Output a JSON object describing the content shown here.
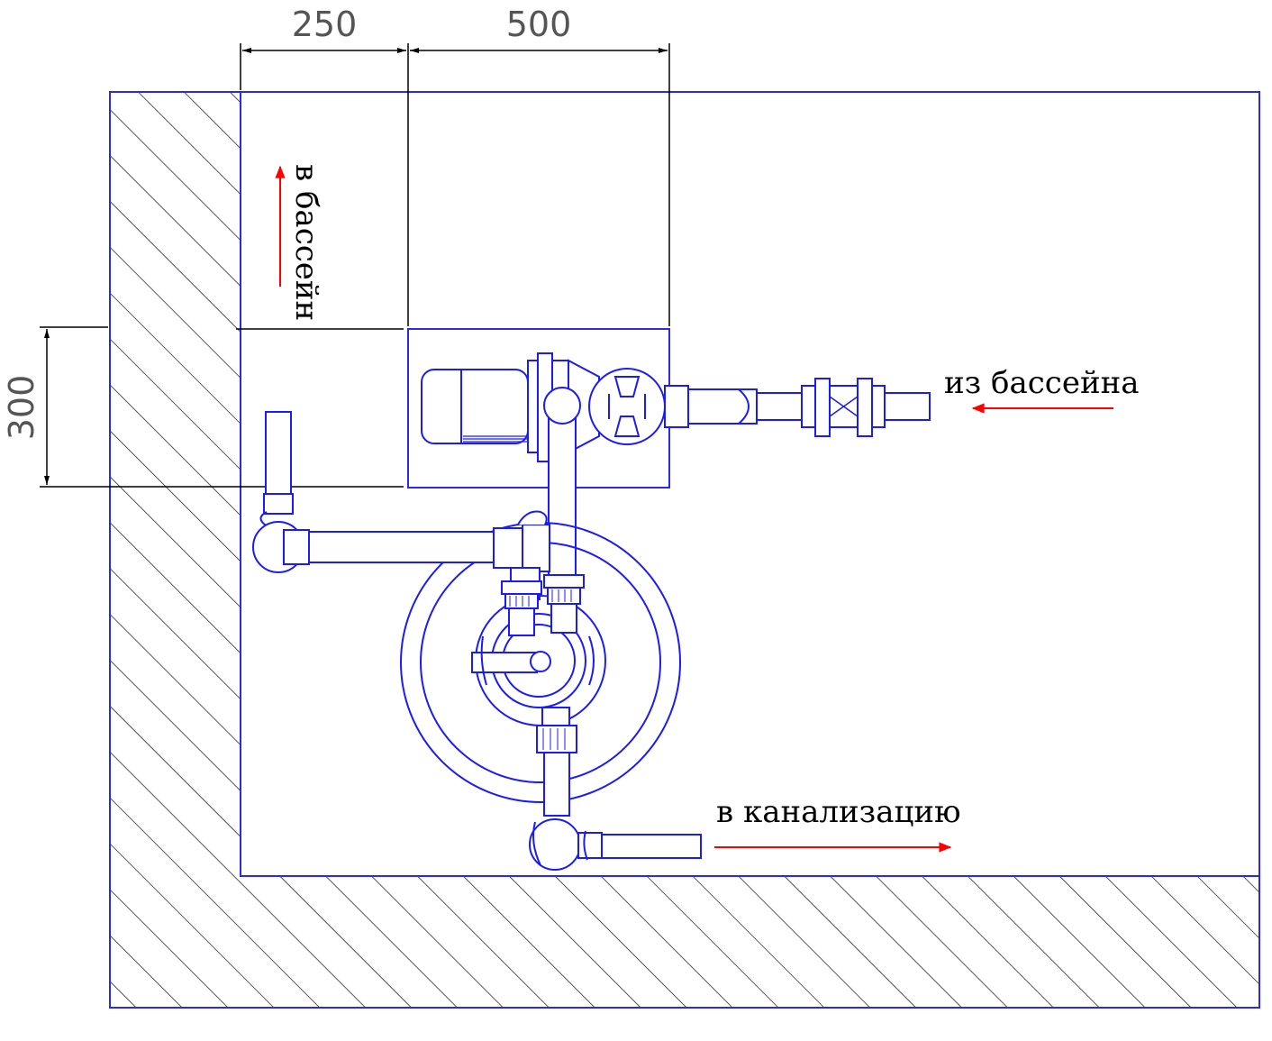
{
  "dimensions": {
    "d250": "250",
    "d500": "500",
    "d300": "300"
  },
  "labels": {
    "to_pool": "в бассейн",
    "from_pool": "из бассейна",
    "to_sewer": "в канализацию"
  },
  "colors": {
    "equipment": "#1a1aff",
    "outline": "#2a2aee",
    "arrow": "#ff0000",
    "dimension": "#000000",
    "dimension_text": "#555555",
    "hatch": "#000000"
  }
}
